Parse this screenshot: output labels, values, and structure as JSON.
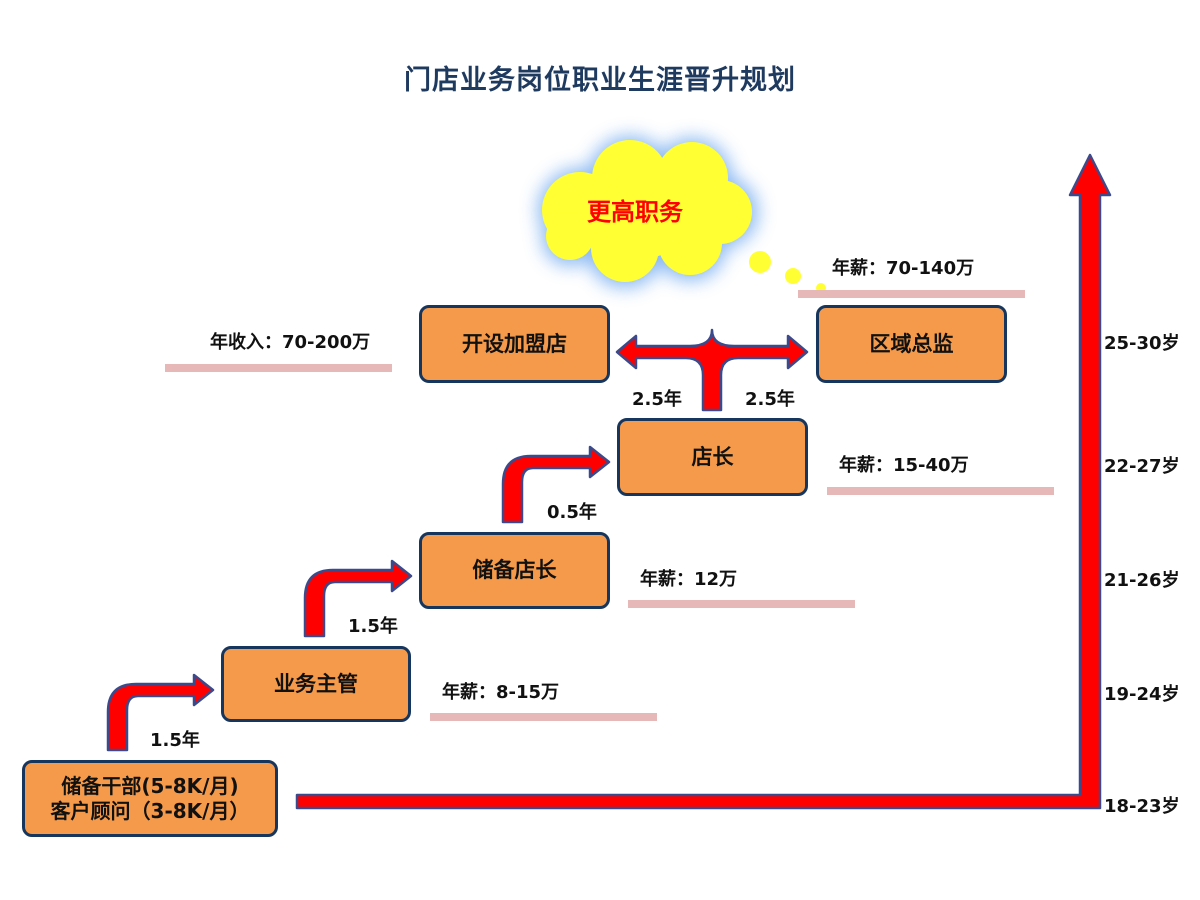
{
  "title": "门店业务岗位职业生涯晋升规划",
  "cloud": {
    "text": "更高职务"
  },
  "boxes": {
    "reserve_cadre_line1": "储备干部(5-8K/月)",
    "reserve_cadre_line2": "客户顾问（3-8K/月）",
    "business_supervisor": "业务主管",
    "reserve_store_manager": "储备店长",
    "store_manager": "店长",
    "franchise_store": "开设加盟店",
    "regional_director": "区域总监"
  },
  "durations": {
    "to_supervisor": "1.5年",
    "to_reserve_manager": "1.5年",
    "to_store_manager": "0.5年",
    "to_franchise": "2.5年",
    "to_regional": "2.5年"
  },
  "salaries": {
    "supervisor": "年薪：8-15万",
    "reserve_manager": "年薪：12万",
    "store_manager": "年薪：15-40万",
    "regional_director": "年薪：70-140万",
    "franchise_income": "年收入：70-200万"
  },
  "ages": [
    "25-30岁",
    "22-27岁",
    "21-26岁",
    "19-24岁",
    "18-23岁"
  ],
  "colors": {
    "box_fill": "#f59a4a",
    "box_border": "#17365d",
    "arrow_fill": "#ff0000",
    "arrow_outline": "#3b4a8a",
    "underline": "#e6b8b7",
    "cloud_fill": "#ffff33",
    "title": "#1f3a5f"
  }
}
